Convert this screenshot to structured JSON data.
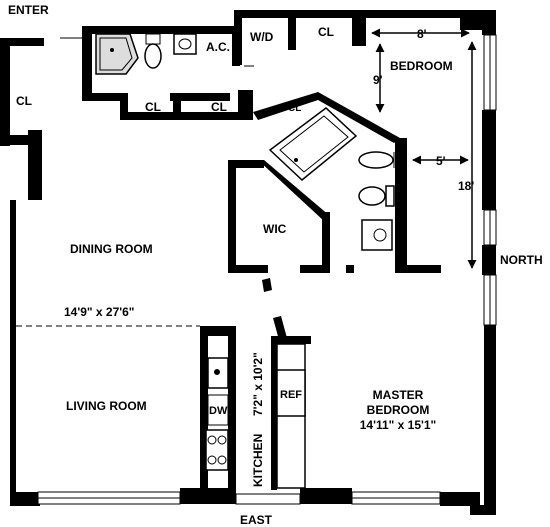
{
  "labels": {
    "enter": "ENTER",
    "east": "EAST",
    "north": "NORTH",
    "ac": "A.C.",
    "wd": "W/D",
    "cl_top_right": "CL",
    "cl_left": "CL",
    "cl_hall_1": "CL",
    "cl_hall_2": "CL",
    "cl_bath": "CL",
    "wic": "WIC",
    "dw": "DW",
    "ref": "REF",
    "bedroom": "BEDROOM",
    "dining_room": "DINING ROOM",
    "living_room": "LIVING ROOM",
    "living_dining_dim": "14'9\" x 27'6\"",
    "master_bedroom_line1": "MASTER",
    "master_bedroom_line2": "BEDROOM",
    "master_bedroom_dim": "14'11\" x 15'1\"",
    "kitchen": "KITCHEN",
    "kitchen_dim": "7'2\" x 10'2\""
  },
  "dimensions": {
    "bedroom_width": "8'",
    "bedroom_depth": "9'",
    "bath_offset": "5'",
    "bedroom_length": "18'"
  }
}
